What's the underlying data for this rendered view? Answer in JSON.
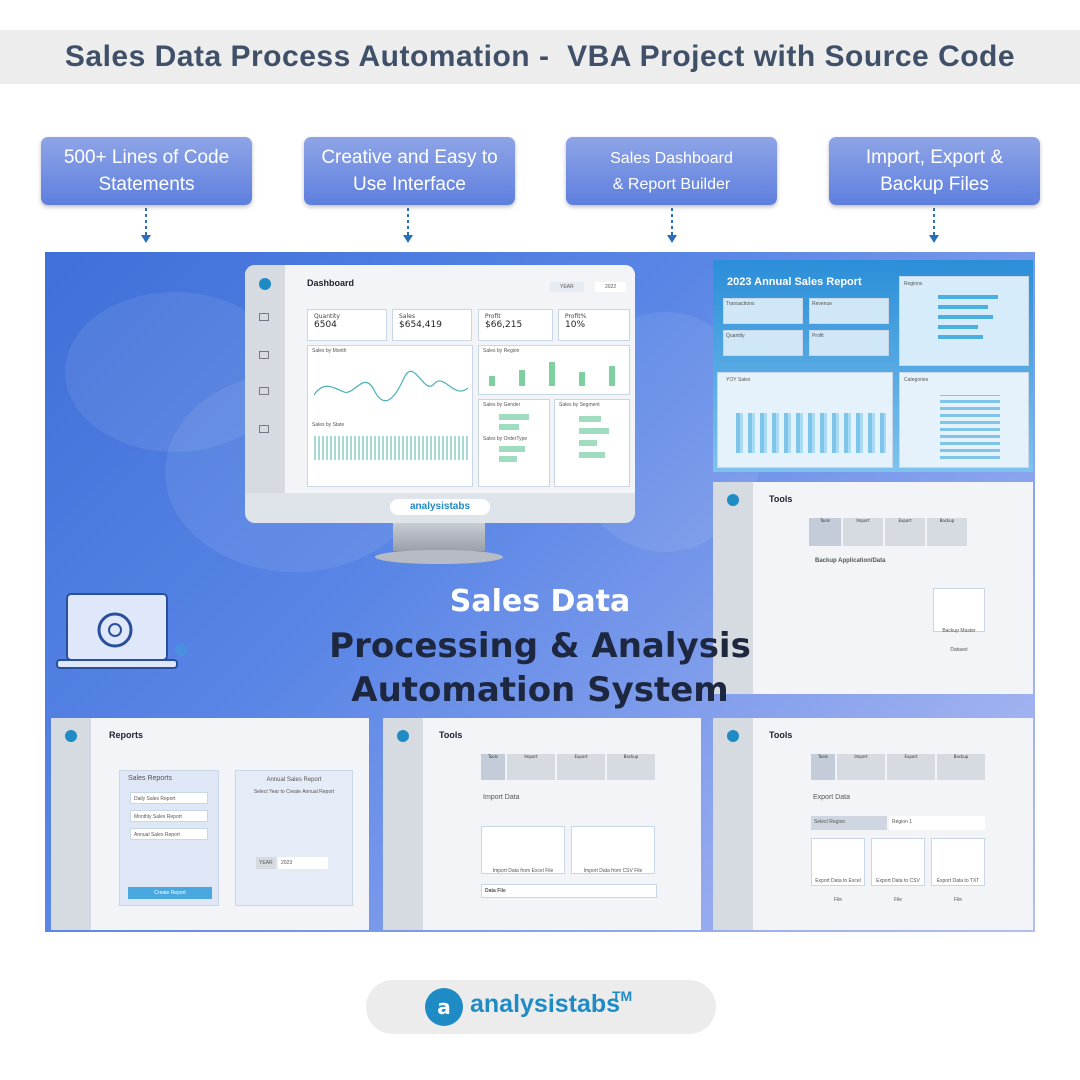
{
  "header": {
    "title": "Sales Data Process Automation -  VBA Project with Source Code"
  },
  "features": [
    {
      "label": "500+ Lines of Code\nStatements"
    },
    {
      "label": "Creative and Easy to\nUse Interface"
    },
    {
      "label": "Sales Dashboard\n& Report Builder"
    },
    {
      "label": "Import, Export &\nBackup Files"
    }
  ],
  "hero": {
    "line1": "Sales Data",
    "line2": "Processing & Analysis",
    "line3": "Automation System"
  },
  "dashboard": {
    "title": "Dashboard",
    "year_label": "YEAR",
    "year_value": "2022",
    "kpis": [
      {
        "label": "Quantity",
        "value": "6504"
      },
      {
        "label": "Sales",
        "value": "$654,419"
      },
      {
        "label": "Profit",
        "value": "$66,215"
      },
      {
        "label": "Profit%",
        "value": "10%"
      }
    ],
    "sales_by_month": "Sales by Month",
    "sales_by_region": "Sales by Region",
    "sales_by_state": "Sales by State",
    "sales_by_gender": "Sales by Gender",
    "sales_by_segment": "Sales by Segment",
    "sales_by_ordertype": "Sales by OrderType",
    "brand": "analysistabs"
  },
  "annual_report": {
    "title": "2023 Annual Sales Report",
    "transactions": "Transactions",
    "revenue": "Revenue",
    "quantity": "Quantity",
    "profit": "Profit",
    "regions": "Regions",
    "yoy": "YOY Sales",
    "categories": "Categories"
  },
  "tools_backup": {
    "title": "Tools",
    "heading": "Backup Application/Data",
    "button": "Backup Master Dataset",
    "tabs": [
      "Tools",
      "Import",
      "Export",
      "Backup"
    ]
  },
  "reports": {
    "title": "Reports",
    "sales_reports": "Sales Reports",
    "items": [
      "Daily Sales Report",
      "Monthly Sales Report",
      "Annual Sales Report"
    ],
    "annual_title": "Annual Sales Report",
    "select_year": "Select Year to Create Annual Report",
    "year_label": "YEAR",
    "year_value": "2023",
    "create_btn": "Create Report"
  },
  "tools_import": {
    "title": "Tools",
    "heading": "Import Data",
    "excel": "Import Data from Excel File",
    "csv": "Import Data from CSV File",
    "data_file": "Data File",
    "tabs": [
      "Tools",
      "Import",
      "Export",
      "Backup"
    ]
  },
  "tools_export": {
    "title": "Tools",
    "heading": "Export Data",
    "select_region": "Select Region",
    "region_value": "Region 1",
    "excel": "Export Data to Excel File",
    "csv": "Export Data to CSV File",
    "txt": "Export Data to TXT File",
    "tabs": [
      "Tools",
      "Import",
      "Export",
      "Backup"
    ]
  },
  "footer": {
    "brand": "analysistabs",
    "tm": "TM"
  },
  "colors": {
    "title": "#3f5068",
    "feature": "#6f8ee2",
    "accent": "#4aa8e0",
    "brand": "#1f8bc5"
  }
}
